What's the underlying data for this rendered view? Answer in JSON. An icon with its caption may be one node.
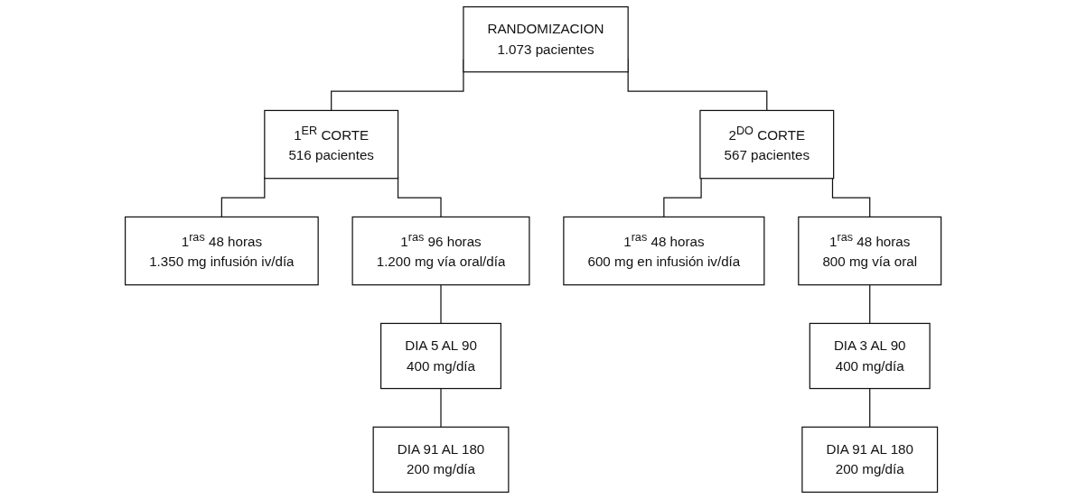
{
  "diagram": {
    "nodes": [
      {
        "text": [
          "RANDOMIZACION",
          "1.073 pacientes"
        ]
      },
      {
        "text": [
          "1$^{ER}$ CORTE",
          "516 pacientes"
        ]
      },
      {
        "text": [
          "2$^{DO}$ CORTE",
          "567 pacientes"
        ]
      },
      {
        "text": [
          "1$^{ras}$ 48 horas",
          "1.350 mg infusión iv/día"
        ]
      },
      {
        "text": [
          "1$^{ras}$ 96 horas",
          "1.200 mg vía oral/día"
        ]
      },
      {
        "text": [
          "DIA 5 AL 90",
          "400 mg/día"
        ]
      },
      {
        "text": [
          "DIA 91 AL 180",
          "200 mg/día"
        ]
      },
      {
        "text": [
          "1$^{ras}$ 48 horas",
          "600 mg en infusión iv/día"
        ]
      },
      {
        "text": [
          "1$^{ras}$ 48 horas",
          "800 mg vía oral"
        ]
      },
      {
        "text": [
          "DIA 3 AL 90",
          "400 mg/día"
        ]
      },
      {
        "text": [
          "DIA 91 AL 180",
          "200 mg/día"
        ]
      }
    ],
    "edges": [
      {
        "from": 0,
        "to": 1,
        "arrow": "none"
      },
      {
        "from": 0,
        "to": 2,
        "arrow": "none"
      },
      {
        "from": 1,
        "to": 3,
        "arrow": "none"
      },
      {
        "from": 1,
        "to": 4,
        "arrow": "none"
      },
      {
        "from": 4,
        "to": 5,
        "arrow": "none"
      },
      {
        "from": 5,
        "to": 6,
        "arrow": "none"
      },
      {
        "from": 2,
        "to": 7,
        "arrow": "none"
      },
      {
        "from": 2,
        "to": 8,
        "arrow": "none"
      },
      {
        "from": 8,
        "to": 9,
        "arrow": "none"
      },
      {
        "from": 9,
        "to": 10,
        "arrow": "none"
      }
    ]
  }
}
